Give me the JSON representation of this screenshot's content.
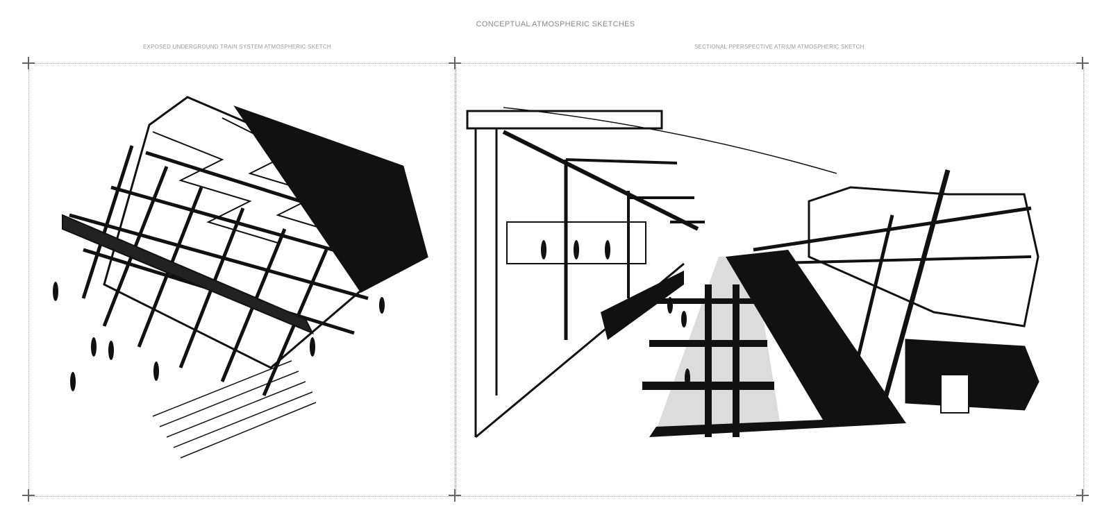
{
  "board": {
    "title": "CONCEPTUAL ATMOSPHERIC SKETCHES",
    "panels": [
      {
        "caption": "EXPOSED UNDERGROUND TRAIN SYSTEM  ATMOSPHERIC SKETCH"
      },
      {
        "caption": "SECTIONAL PPERSPECTIVE ATRIUM ATMOSPHERIC SKETCH"
      }
    ]
  }
}
